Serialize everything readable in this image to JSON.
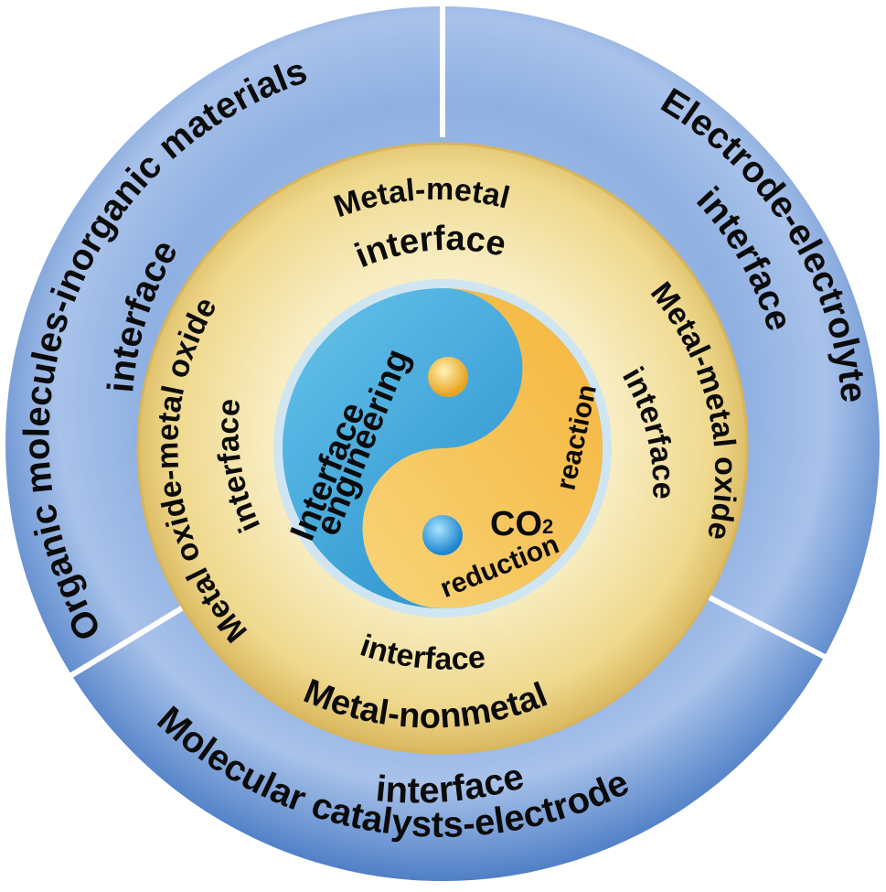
{
  "outer_ring": {
    "top_left_line1": "Organic molecules-inorganic materials",
    "top_left_line2": "interface",
    "right_line1": "Electrode-electrolyte",
    "right_line2": "interface",
    "bottom_line1": "interface",
    "bottom_line2": "Molecular catalysts-electrode"
  },
  "middle_ring": {
    "top_line1": "Metal-metal",
    "top_line2": "interface",
    "right_line1": "Metal-metal oxide",
    "right_line2": "interface",
    "bottom_line1": "interface",
    "bottom_line2": "Metal-nonmetal",
    "left_line1": "Metal oxide-metal oxide",
    "left_line2": "interface"
  },
  "core": {
    "left_line1": "Interface",
    "left_line2": "engineering",
    "right_co": "CO",
    "right_sub": "2",
    "right_reaction": "reaction",
    "right_reduction": "reduction"
  },
  "colors": {
    "outer_blue": "#5f8ed1",
    "outer_light": "#a9c3ea",
    "middle_gold": "#ead58f",
    "middle_light": "#fbf3cf",
    "core_blue": "#2e9fd8",
    "core_orange": "#f2a934",
    "divider": "#ffffff"
  }
}
